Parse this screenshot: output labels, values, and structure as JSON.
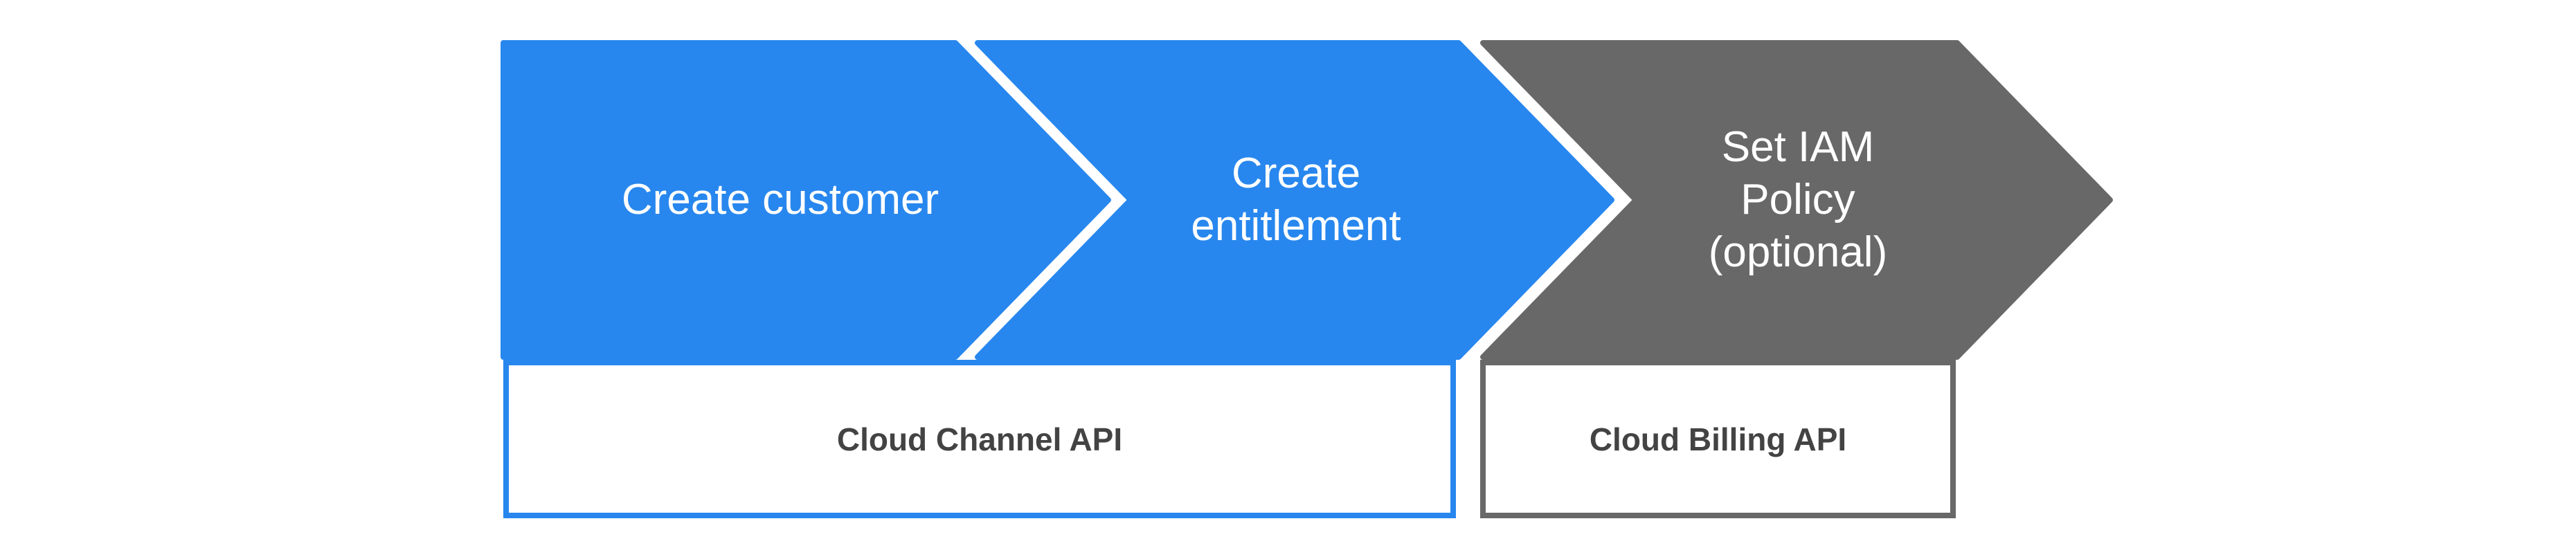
{
  "colors": {
    "step_blue": "#2887EE",
    "step_gray": "#686868",
    "chevron_text": "#FFFFFF",
    "api_label_text": "#434343",
    "background": "#FFFFFF"
  },
  "flow": {
    "steps": [
      {
        "id": "create-customer",
        "lines": [
          "Create customer"
        ],
        "fill": "#2887EE"
      },
      {
        "id": "create-entitlement",
        "lines": [
          "Create",
          "entitlement"
        ],
        "fill": "#2887EE"
      },
      {
        "id": "set-iam-policy",
        "lines": [
          "Set IAM",
          "Policy",
          "(optional)"
        ],
        "fill": "#686868"
      }
    ],
    "api_boxes": [
      {
        "id": "cloud-channel-api",
        "label": "Cloud Channel API",
        "border": "#2887EE"
      },
      {
        "id": "cloud-billing-api",
        "label": "Cloud Billing API",
        "border": "#686868"
      }
    ]
  }
}
